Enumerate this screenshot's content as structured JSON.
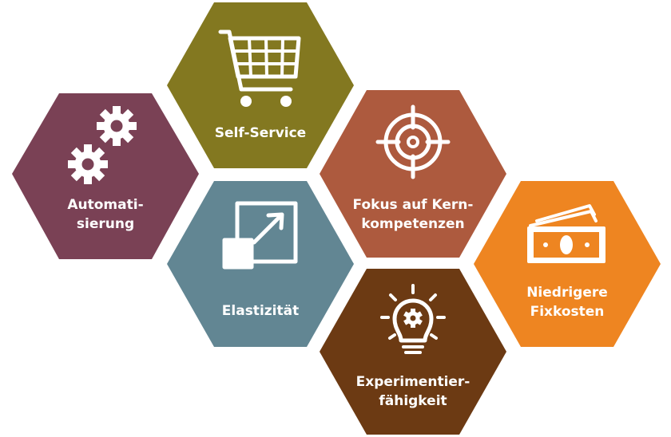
{
  "hexagons": [
    {
      "id": "automatisierung",
      "label": "Automati-\nsierung",
      "color": "#7a4155",
      "icon": "gears-icon"
    },
    {
      "id": "self-service",
      "label": "Self-Service",
      "color": "#837820",
      "icon": "shopping-cart-icon"
    },
    {
      "id": "elastizitaet",
      "label": "Elastizität",
      "color": "#628693",
      "icon": "resize-expand-icon"
    },
    {
      "id": "kernkompetenzen",
      "label": "Fokus auf Kern-\nkompetenzen",
      "color": "#ad5a3e",
      "icon": "target-icon"
    },
    {
      "id": "experimentierfaehigkeit",
      "label": "Experimentier-\nfähigkeit",
      "color": "#6c3a13",
      "icon": "lightbulb-gear-icon"
    },
    {
      "id": "fixkosten",
      "label": "Niedrigere\nFixkosten",
      "color": "#ee8521",
      "icon": "money-bills-icon"
    }
  ]
}
